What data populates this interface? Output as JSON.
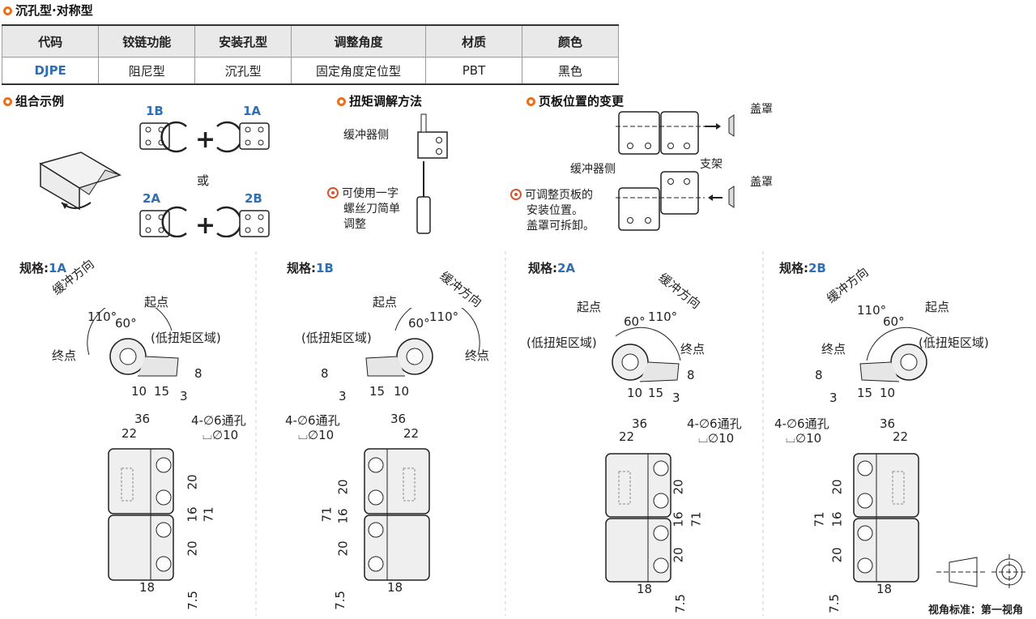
{
  "sections": {
    "type_heading": "沉孔型·对称型",
    "combo_heading": "组合示例",
    "torque_heading": "扭矩调解方法",
    "leaf_heading": "页板位置的变更"
  },
  "table": {
    "headers": [
      "代码",
      "铰链功能",
      "安装孔型",
      "调整角度",
      "材质",
      "颜色"
    ],
    "row": [
      "DJPE",
      "阻尼型",
      "沉孔型",
      "固定角度定位型",
      "PBT",
      "黑色"
    ]
  },
  "combo": {
    "label_1b": "1B",
    "label_1a": "1A",
    "label_2a": "2A",
    "label_2b": "2B",
    "or": "或"
  },
  "torque": {
    "damper_side": "缓冲器侧",
    "note": [
      "可使用一字",
      "螺丝刀简单",
      "调整"
    ]
  },
  "leaf": {
    "cap_top": "盖罩",
    "cap_bottom": "盖罩",
    "bracket": "支架",
    "damper_side": "缓冲器侧",
    "note": [
      "可调整页板的",
      "安装位置。",
      "盖罩可拆卸。"
    ]
  },
  "specs": [
    {
      "title": "规格:",
      "variant": "1A"
    },
    {
      "title": "规格:",
      "variant": "1B"
    },
    {
      "title": "规格:",
      "variant": "2A"
    },
    {
      "title": "规格:",
      "variant": "2B"
    }
  ],
  "rotary": {
    "direction": "缓冲方向",
    "start": "起点",
    "end": "终点",
    "angle_total": "110°",
    "angle_low": "60°",
    "low_zone": "(低扭矩区域)",
    "d10": "10",
    "d15": "15",
    "d8": "8",
    "d3": "3"
  },
  "hinge": {
    "hole_label": "4-∅6通孔",
    "cbore_label": "⌴∅10",
    "w36": "36",
    "w22": "22",
    "w18": "18",
    "h20a": "20",
    "h16": "16",
    "h20b": "20",
    "h71": "71",
    "h75": "7.5"
  },
  "view_standard": "视角标准：第一视角",
  "colors": {
    "accent": "#e8711f",
    "code_blue": "#2f6fb5",
    "note_red": "#d9532b",
    "header_bg": "#e9e9e9"
  }
}
